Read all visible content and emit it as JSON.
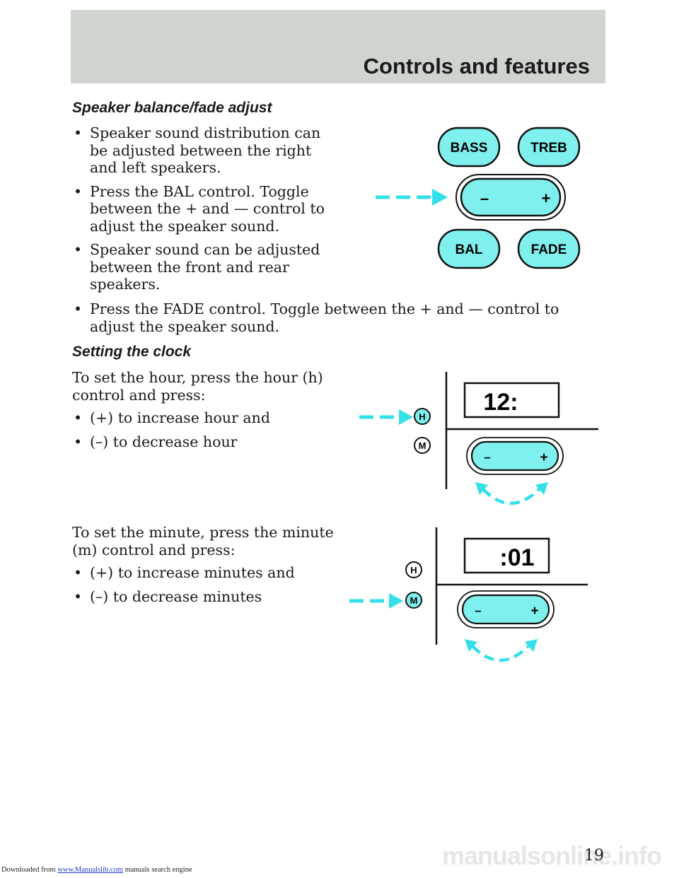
{
  "header": {
    "title": "Controls and features"
  },
  "balance": {
    "heading": "Speaker balance/fade adjust",
    "bullets": [
      "Speaker sound distribution can be adjusted between the right and left speakers.",
      "Press the BAL control. Toggle between the + and — control to adjust the speaker sound.",
      "Speaker sound can be adjusted between the front and rear speakers.",
      "Press the FADE control. Toggle between the + and — control to adjust the speaker sound."
    ],
    "diagram": {
      "bass": "BASS",
      "treb": "TREB",
      "bal": "BAL",
      "fade": "FADE",
      "minus": "–",
      "plus": "+"
    }
  },
  "clock": {
    "heading": "Setting the clock",
    "hour_intro": "To set the hour, press the hour (h) control and press:",
    "hour_bullets": [
      "(+) to increase hour and",
      "(–) to decrease hour"
    ],
    "minute_intro": "To set the minute, press the minute (m) control and press:",
    "minute_bullets": [
      "(+) to increase minutes and",
      "(–) to decrease minutes"
    ],
    "hour_display": "12:",
    "minute_display": ":01",
    "h_label": "H",
    "m_label": "M",
    "minus": "–",
    "plus": "+"
  },
  "footer": {
    "page_number": "19",
    "prefix": "Downloaded from ",
    "link": "www.Manualslib.com",
    "suffix": "  manuals search engine",
    "watermark": "manualsonline.info"
  },
  "colors": {
    "accent": "#7ff0ee",
    "dashed": "#33e0e8",
    "header_band": "#cfd4cf"
  }
}
